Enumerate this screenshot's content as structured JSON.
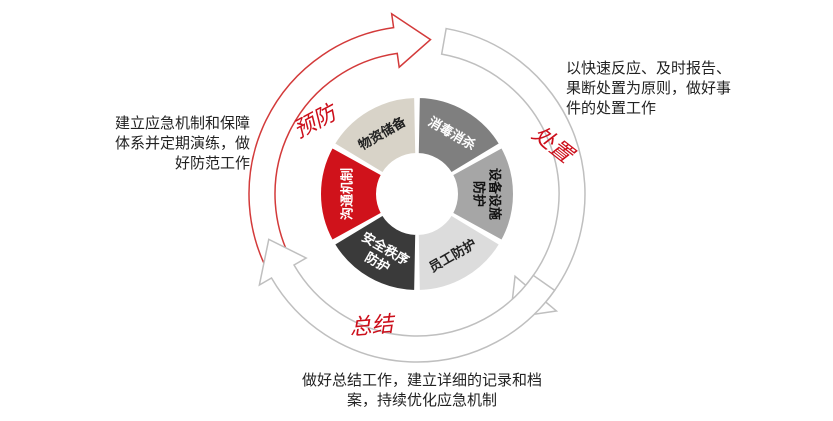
{
  "cycle": {
    "stages": [
      {
        "key": "prevent",
        "label": "预防"
      },
      {
        "key": "handle",
        "label": "处置"
      },
      {
        "key": "summary",
        "label": "总结"
      }
    ]
  },
  "descriptions": {
    "left": "建立应急机制和保障体系并定期演练，做好防范工作",
    "right": "以快速反应、及时报告、果断处置为原则，做好事件的处置工作",
    "bottom": "做好总结工作，建立详细的记录和档案，持续优化应急机制"
  },
  "segments": [
    {
      "name": "materials-reserve",
      "lines": [
        "物资储备"
      ],
      "fill": "#d8d3c8",
      "text_color": "#222222"
    },
    {
      "name": "disinfection",
      "lines": [
        "消毒消杀"
      ],
      "fill": "#7f7f7f",
      "text_color": "#ffffff"
    },
    {
      "name": "equipment-protection",
      "lines": [
        "设备设施",
        "防护"
      ],
      "fill": "#a6a6a6",
      "text_color": "#111111"
    },
    {
      "name": "staff-protection",
      "lines": [
        "员工防护"
      ],
      "fill": "#dcdcdc",
      "text_color": "#222222"
    },
    {
      "name": "security-order",
      "lines": [
        "安全秩序",
        "防护"
      ],
      "fill": "#3a3a3a",
      "text_color": "#ffffff"
    },
    {
      "name": "communication",
      "lines": [
        "沟通机制"
      ],
      "fill": "#d0121b",
      "text_color": "#ffffff"
    }
  ],
  "colors": {
    "accent": "#cc0f1b",
    "arrow_outline": "#bfbfbf",
    "arrow_red_outline": "#d33a3a"
  }
}
